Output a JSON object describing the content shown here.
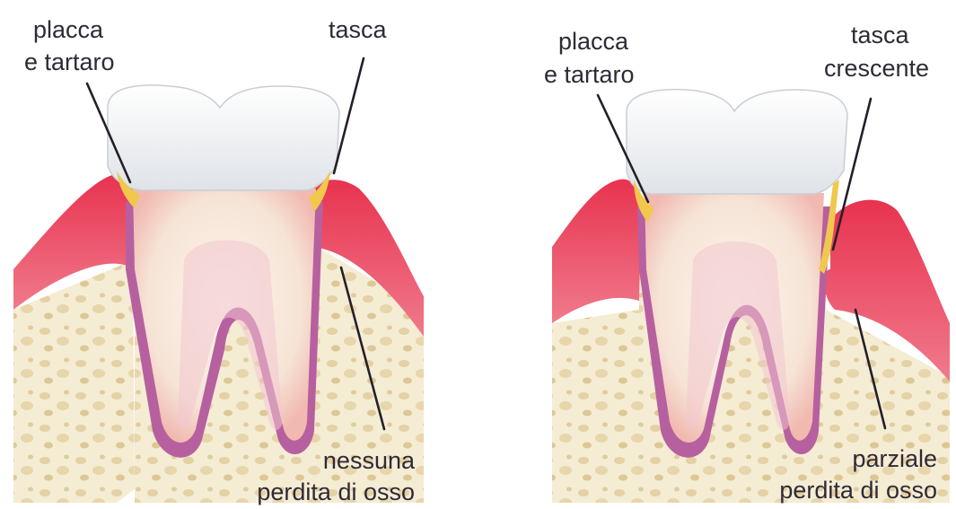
{
  "panels": [
    {
      "id": "healthy",
      "labels": {
        "plaque_line1": "placca",
        "plaque_line2": "e tartaro",
        "pocket_line1": "tasca",
        "bone_line1": "nessuna",
        "bone_line2": "perdita di osso"
      }
    },
    {
      "id": "periodontitis",
      "labels": {
        "plaque_line1": "placca",
        "plaque_line2": "e tartaro",
        "pocket_line1": "tasca",
        "pocket_line2": "crescente",
        "bone_line1": "parziale",
        "bone_line2": "perdita di osso"
      }
    }
  ],
  "colors": {
    "bone": "#f4ead0",
    "bone_spot": "#e2cfa0",
    "gum": "#e23a55",
    "gum_light": "#f7a0ad",
    "enamel": "#eef1f4",
    "dentin": "#f6e8dc",
    "pulp_tissue": "#9a4d9c",
    "tartar": "#f0c84c",
    "leader": "#24202a"
  }
}
